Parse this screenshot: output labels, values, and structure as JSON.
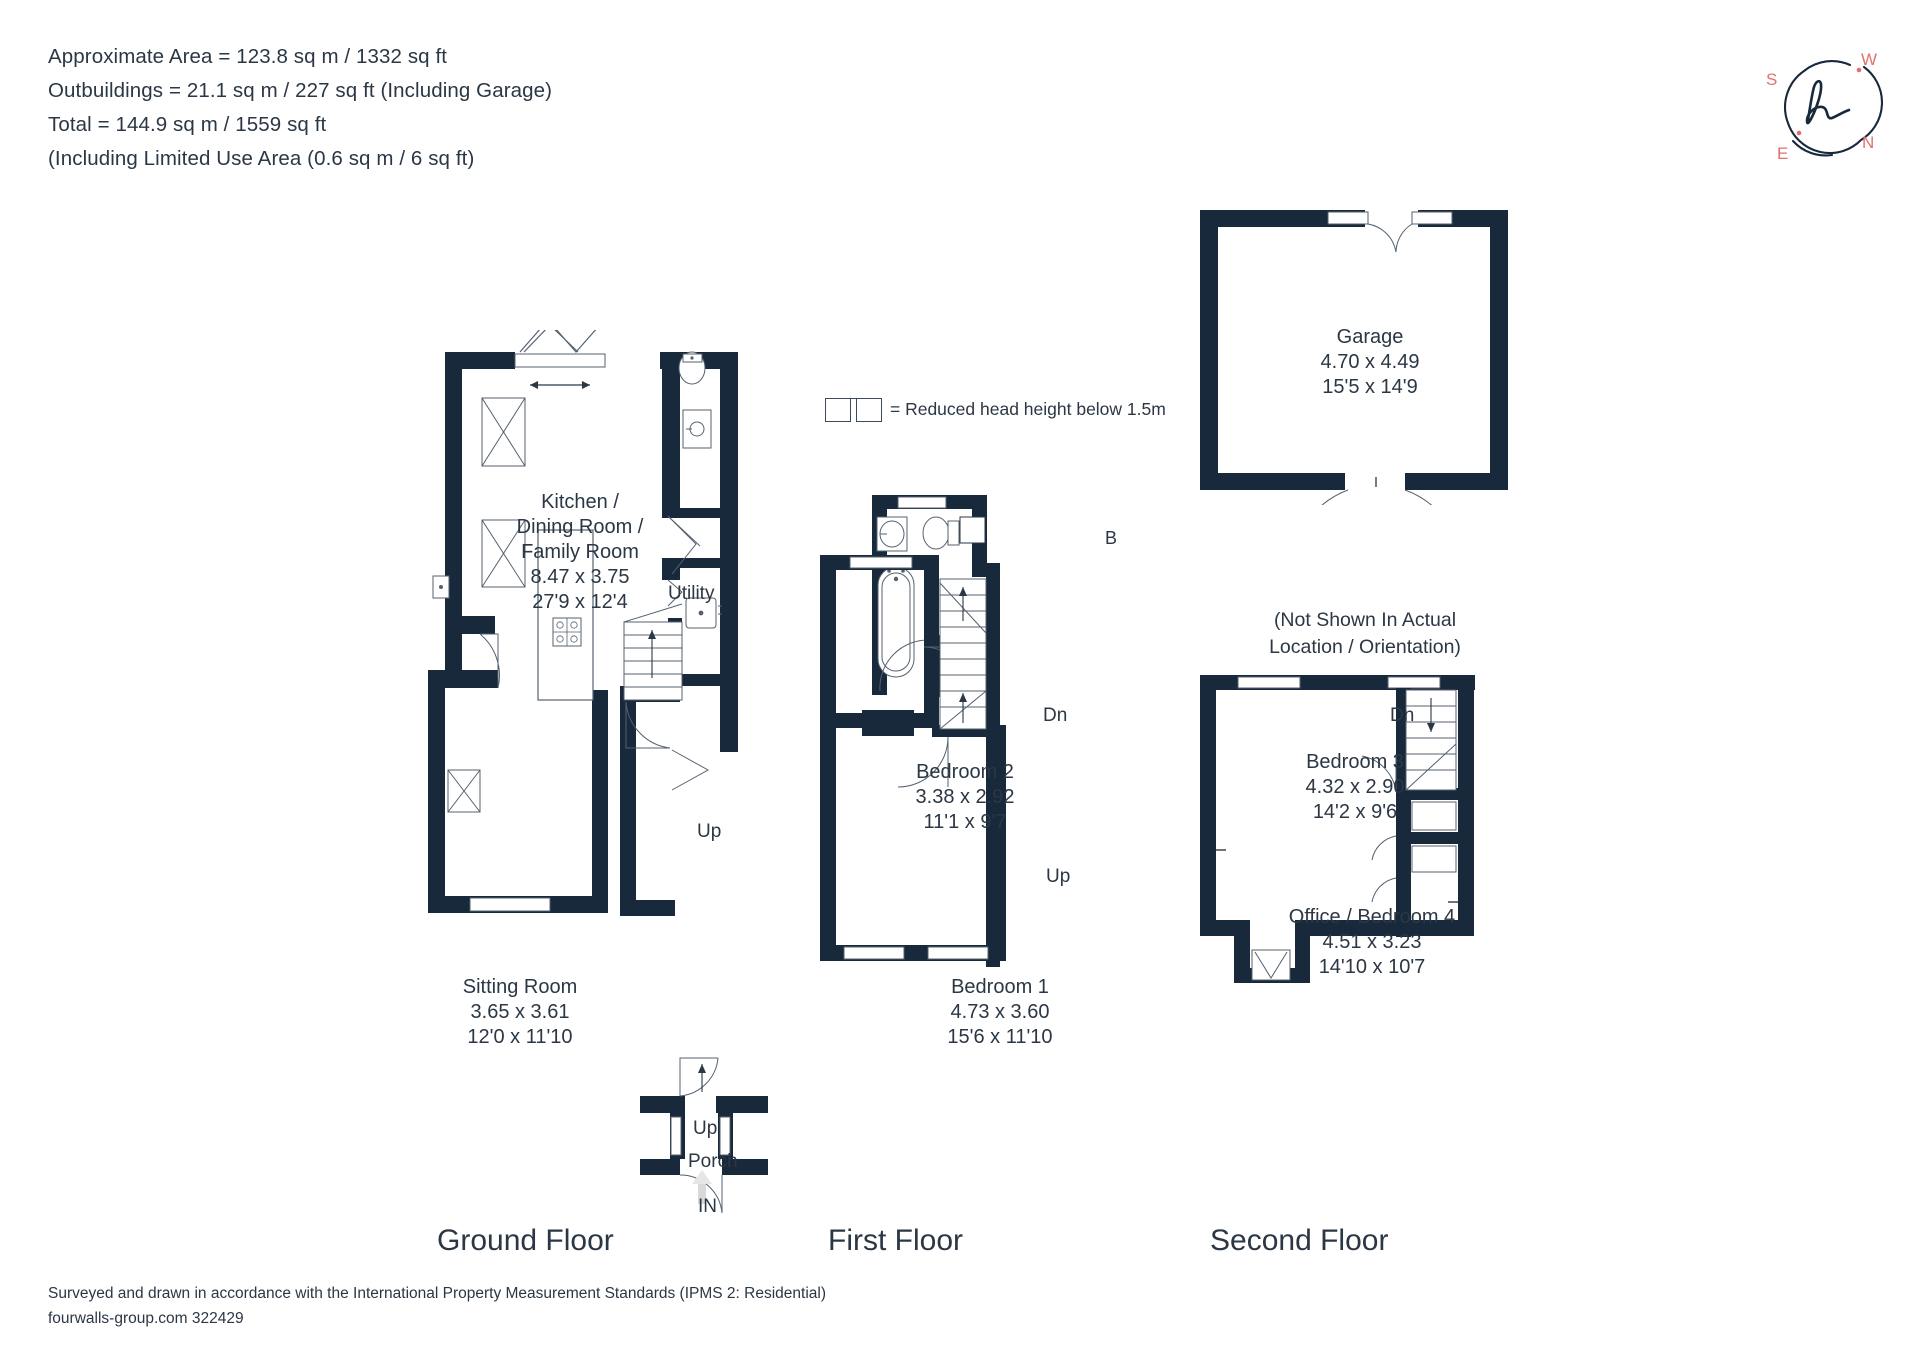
{
  "header": {
    "lines": [
      "Approximate Area = 123.8 sq m / 1332 sq ft",
      "Outbuildings = 21.1 sq m / 227 sq ft (Including Garage)",
      "Total = 144.9 sq m / 1559 sq ft",
      "(Including Limited Use Area (0.6 sq m / 6 sq ft)"
    ]
  },
  "compass": {
    "north": "N",
    "south": "S",
    "east": "E",
    "west": "W",
    "monogram": "h",
    "accent_color": "#e0716b",
    "ink_color": "#25313f"
  },
  "legend": {
    "text": "= Reduced head height below 1.5m"
  },
  "floors": [
    {
      "id": "ground",
      "title": "Ground Floor",
      "rooms": [
        {
          "name": "Kitchen /\nDining Room /\nFamily Room",
          "name_lines": [
            "Kitchen /",
            "Dining Room /",
            "Family Room"
          ],
          "metric": "8.47 x 3.75",
          "imperial": "27'9 x 12'4"
        },
        {
          "name": "Sitting Room",
          "name_lines": [
            "Sitting Room"
          ],
          "metric": "3.65 x 3.61",
          "imperial": "12'0 x 11'10"
        }
      ],
      "markers": [
        "Utility",
        "Up",
        "Up",
        "Porch",
        "IN"
      ]
    },
    {
      "id": "first",
      "title": "First Floor",
      "rooms": [
        {
          "name": "Bedroom 2",
          "name_lines": [
            "Bedroom 2"
          ],
          "metric": "3.38 x 2.92",
          "imperial": "11'1 x 9'7"
        },
        {
          "name": "Bedroom 1",
          "name_lines": [
            "Bedroom 1"
          ],
          "metric": "4.73 x 3.60",
          "imperial": "15'6 x 11'10"
        }
      ],
      "markers": [
        "B",
        "Dn",
        "Up"
      ]
    },
    {
      "id": "second",
      "title": "Second Floor",
      "rooms": [
        {
          "name": "Bedroom 3",
          "name_lines": [
            "Bedroom 3"
          ],
          "metric": "4.32 x 2.90",
          "imperial": "14'2 x 9'6"
        },
        {
          "name": "Office / Bedroom 4",
          "name_lines": [
            "Office / Bedroom 4"
          ],
          "metric": "4.51 x 3.23",
          "imperial": "14'10 x 10'7"
        }
      ],
      "markers": [
        "Dn"
      ]
    }
  ],
  "garage": {
    "name": "Garage",
    "metric": "4.70 x 4.49",
    "imperial": "15'5 x 14'9",
    "note_lines": [
      "(Not Shown In Actual",
      "Location / Orientation)"
    ]
  },
  "labels": {
    "utility": "Utility",
    "up": "Up",
    "dn": "Dn",
    "in": "IN",
    "porch": "Porch",
    "b": "B"
  },
  "footer": {
    "line1": "Surveyed and drawn in accordance with the International Property Measurement Standards (IPMS 2: Residential)",
    "line2": "fourwalls-group.com 322429"
  },
  "colors": {
    "wall": "#17293b",
    "ink": "#2b3744",
    "thin": "#55616e",
    "accent": "#e0716b"
  }
}
